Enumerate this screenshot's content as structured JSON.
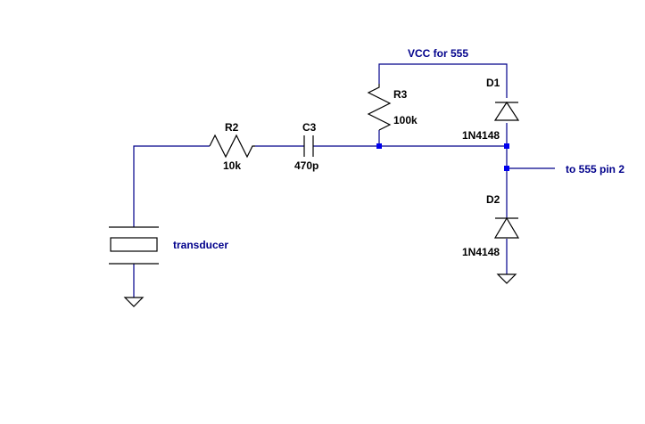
{
  "colors": {
    "wire": "#00008b",
    "component": "#000000",
    "junction": "#0000ee",
    "net_label": "#00008b",
    "background": "#ffffff"
  },
  "components": {
    "R2": {
      "ref": "R2",
      "value": "10k"
    },
    "C3": {
      "ref": "C3",
      "value": "470p"
    },
    "R3": {
      "ref": "R3",
      "value": "100k"
    },
    "D1": {
      "ref": "D1",
      "value": "1N4148"
    },
    "D2": {
      "ref": "D2",
      "value": "1N4148"
    },
    "transducer": {
      "label": "transducer"
    }
  },
  "nets": {
    "vcc": "VCC for 555",
    "out": "to 555 pin 2"
  }
}
